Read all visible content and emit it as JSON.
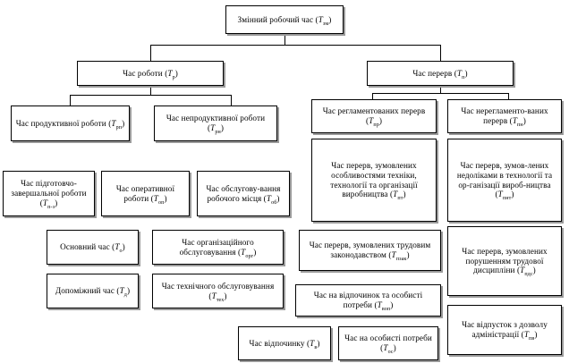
{
  "diagram": {
    "title": "Змінний робочий час",
    "language": "uk",
    "root": {
      "label": "Змінний робочий час",
      "symbol": "T",
      "subscript": "зм",
      "full_text": "Змінний робочий час (Tзм)"
    },
    "nodes": [
      {
        "id": "shift-time",
        "text": "Змінний робочий час (",
        "symbol": "T",
        "subscript": "зм",
        "tail": ")",
        "level": 0
      },
      {
        "id": "work-time",
        "text": "Час роботи (",
        "symbol": "T",
        "subscript": "р",
        "tail": ")",
        "level": 1
      },
      {
        "id": "break-time",
        "text": "Час перерв (",
        "symbol": "T",
        "subscript": "п",
        "tail": ")",
        "level": 1
      },
      {
        "id": "productive-work",
        "text": "Час продуктивної роботи (",
        "symbol": "T",
        "subscript": "рп",
        "tail": ")",
        "level": 2
      },
      {
        "id": "unproductive-work",
        "text": "Час непродуктивної роботи (",
        "symbol": "T",
        "subscript": "рн",
        "tail": ")",
        "level": 2
      },
      {
        "id": "regulated-breaks",
        "text": "Час регламентованих перерв (",
        "symbol": "T",
        "subscript": "пр",
        "tail": ")",
        "level": 2
      },
      {
        "id": "unregulated-breaks",
        "text": "Час нерегламенто-ваних перерв (",
        "symbol": "T",
        "subscript": "пн",
        "tail": ")",
        "level": 2
      },
      {
        "id": "preparatory-final-work",
        "text": "Час підготовчо-завершальної роботи (",
        "symbol": "T",
        "subscript": "п-з",
        "tail": ")",
        "level": 3
      },
      {
        "id": "operative-work",
        "text": "Час оперативної роботи (",
        "symbol": "T",
        "subscript": "оп",
        "tail": ")",
        "level": 3
      },
      {
        "id": "workplace-service",
        "text": "Час обслугову-вання робочого місця (",
        "symbol": "T",
        "subscript": "об",
        "tail": ")",
        "level": 3
      },
      {
        "id": "breaks-technology-features",
        "text": "Час перерв, зумовлених особливостями техніки, технології та організації виробництва (",
        "symbol": "T",
        "subscript": "пт",
        "tail": ")",
        "level": 3
      },
      {
        "id": "breaks-technology-defects",
        "text": "Час перерв, зумов-лених недоліками в технології та ор-ганізації вироб-ництва (",
        "symbol": "T",
        "subscript": "пнт",
        "tail": ")",
        "level": 3
      },
      {
        "id": "main-time",
        "text": "Основний час (",
        "symbol": "T",
        "subscript": "о",
        "tail": ")",
        "level": 4
      },
      {
        "id": "organizational-service",
        "text": "Час організаційного обслуговування (",
        "symbol": "T",
        "subscript": "орг",
        "tail": ")",
        "level": 4
      },
      {
        "id": "breaks-labour-law",
        "text": "Час перерв, зумовлених трудовим законодавством (",
        "symbol": "T",
        "subscript": "пзак",
        "tail": ")",
        "level": 4
      },
      {
        "id": "breaks-labour-discipline",
        "text": "Час перерв, зумовлених порушенням трудової дисципліни (",
        "symbol": "T",
        "subscript": "пдс",
        "tail": ")",
        "level": 4
      },
      {
        "id": "auxiliary-time",
        "text": "Допоміжний час (",
        "symbol": "T",
        "subscript": "д",
        "tail": ")",
        "level": 5
      },
      {
        "id": "technical-service",
        "text": "Час технічного обслуговування (",
        "symbol": "T",
        "subscript": "тех",
        "tail": ")",
        "level": 5
      },
      {
        "id": "rest-personal-needs",
        "text": "Час на відпочинок та особисті потреби (",
        "symbol": "T",
        "subscript": "воп",
        "tail": ")",
        "level": 5
      },
      {
        "id": "leave-by-permission",
        "text": "Час відпусток з дозволу адміністрації (",
        "symbol": "T",
        "subscript": "пв",
        "tail": ")",
        "level": 5
      },
      {
        "id": "rest-time",
        "text": "Час відпочинку (",
        "symbol": "T",
        "subscript": "в",
        "tail": ")",
        "level": 6
      },
      {
        "id": "personal-needs-time",
        "text": "Час на особисті потреби (",
        "symbol": "T",
        "subscript": "ос",
        "tail": ")",
        "level": 6
      }
    ]
  }
}
